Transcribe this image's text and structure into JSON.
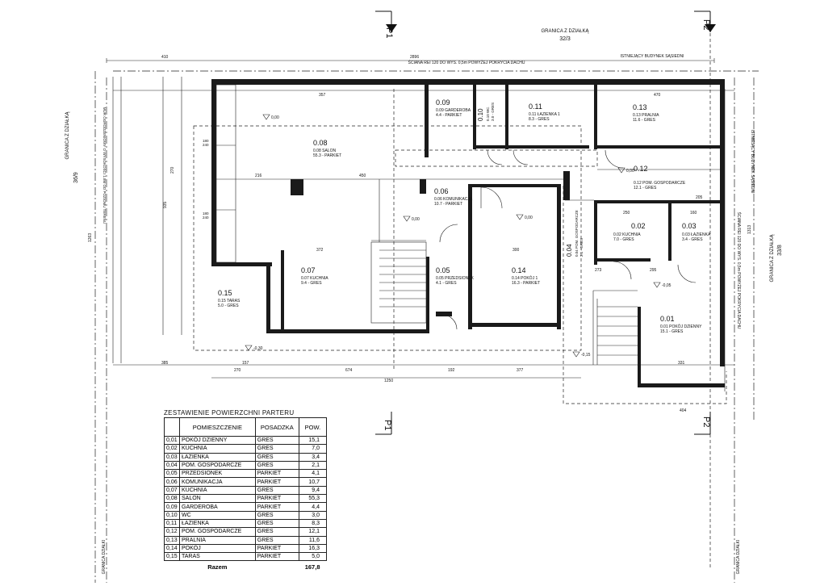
{
  "border_labels": {
    "north_title": "GRANICA Z DZIAŁKĄ",
    "north_parcel": "32/3",
    "west_title": "GRANICA Z DZIAŁKĄ",
    "west_parcel": "36/9",
    "east_title": "GRANICA Z DZIAŁKĄ",
    "east_parcel": "33/8",
    "west_bottom": "GRANICA DZIAŁKI",
    "east_bottom": "GRANICA DZIAŁKI"
  },
  "notes": {
    "top_wall": "ŚCIANA REI 120 DO WYS. 0,5m POWYŻEJ POKRYCIA DACHU",
    "neighbor_top": "ISTNIEJĄCY BUDYNEK SĄSIEDNI",
    "neighbor_right": "ISTNIEJĄCY BUDYNEK SĄSIEDNI",
    "right_wall": "ŚCIANA REI 120 DO WYS. 0,5m POWYŻEJ POKRYCIA DACHU",
    "left_wall": "MUR OGRODZENIOWY O WYSOKOŚCI 1.8M OD POZIOMU TERENU"
  },
  "sections": {
    "p1": "P1",
    "p2": "P2"
  },
  "rooms": [
    {
      "no": "0.01",
      "tag": "0.01 POKÓJ DZIENNY",
      "area": "15.1 - GRES"
    },
    {
      "no": "0.02",
      "tag": "0.02 KUCHNIA",
      "area": "7.0 - GRES"
    },
    {
      "no": "0.03",
      "tag": "0.03 ŁAZIENKA",
      "area": "3.4 - GRES"
    },
    {
      "no": "0.04",
      "tag": "0.04 POM. GOSPODARCZE",
      "area": "2.1 - GRES"
    },
    {
      "no": "0.05",
      "tag": "0.05 PRZEDSIONEK",
      "area": "4.1 - GRES"
    },
    {
      "no": "0.06",
      "tag": "0.06 KOMUNIKACJA",
      "area": "10.7 - PARKIET"
    },
    {
      "no": "0.07",
      "tag": "0.07 KUCHNIA",
      "area": "9.4 - GRES"
    },
    {
      "no": "0.08",
      "tag": "0.08 SALON",
      "area": "55.3 - PARKIET"
    },
    {
      "no": "0.09",
      "tag": "0.09 GARDEROBA",
      "area": "4.4 - PARKIET"
    },
    {
      "no": "0.10",
      "tag": "0.10 WC",
      "area": "3.0 - GRES"
    },
    {
      "no": "0.11",
      "tag": "0.11 ŁAZIENKA 1",
      "area": "8.3 - GRES"
    },
    {
      "no": "0.12",
      "tag": "0.12 POM. GOSPODARCZE",
      "area": "12.1 - GRES"
    },
    {
      "no": "0.13",
      "tag": "0.13 PRALNIA",
      "area": "11.6 - GRES"
    },
    {
      "no": "0.14",
      "tag": "0.14 POKÓJ 1",
      "area": "16.3 - PARKIET"
    },
    {
      "no": "0.15",
      "tag": "0.15 TARAS",
      "area": "5.0 - GRES"
    }
  ],
  "dims": {
    "overall_top": "2896",
    "overall_bottom": "1250",
    "top_left": "410",
    "d357": "357",
    "d470": "470",
    "d216": "216",
    "d450": "450",
    "d372": "372",
    "d300": "300",
    "d273": "273",
    "d295": "295",
    "d385": "385",
    "d157": "157",
    "d674": "674",
    "d192": "192",
    "d377": "377",
    "d270": "270",
    "d404": "404",
    "d331": "331",
    "d250": "250",
    "d205": "205",
    "d160": "160",
    "left_total": "1263",
    "left_935": "935",
    "right_1313": "1313",
    "left_270": "270",
    "win_180": "180",
    "win_240": "240",
    "lvl_000": "0,00",
    "lvl_015": "-0,15",
    "lvl_005": "-0,05",
    "lvl_030": "-0,30"
  },
  "schedule": {
    "title": "ZESTAWIENIE POWIERZCHNI PARTERU",
    "headers": [
      "POMIESZCZENIE",
      "POSADZKA",
      "POW."
    ],
    "rows": [
      {
        "no": "0,01",
        "name": "POKÓJ DZIENNY",
        "floor": "GRES",
        "area": "15,1"
      },
      {
        "no": "0,02",
        "name": "KUCHNIA",
        "floor": "GRES",
        "area": "7,0"
      },
      {
        "no": "0,03",
        "name": "ŁAZIENKA",
        "floor": "GRES",
        "area": "3,4"
      },
      {
        "no": "0,04",
        "name": "POM. GOSPODARCZE",
        "floor": "GRES",
        "area": "2,1"
      },
      {
        "no": "0,05",
        "name": "PRZEDSIONEK",
        "floor": "PARKIET",
        "area": "4,1"
      },
      {
        "no": "0,06",
        "name": "KOMUNIKACJA",
        "floor": "PARKIET",
        "area": "10,7"
      },
      {
        "no": "0,07",
        "name": "KUCHNIA",
        "floor": "GRES",
        "area": "9,4"
      },
      {
        "no": "0,08",
        "name": "SALON",
        "floor": "PARKIET",
        "area": "55,3"
      },
      {
        "no": "0,09",
        "name": "GARDEROBA",
        "floor": "PARKIET",
        "area": "4,4"
      },
      {
        "no": "0,10",
        "name": "WC",
        "floor": "GRES",
        "area": "3,0"
      },
      {
        "no": "0,11",
        "name": "ŁAZIENKA",
        "floor": "GRES",
        "area": "8,3"
      },
      {
        "no": "0,12",
        "name": "POM. GOSPODARCZE",
        "floor": "GRES",
        "area": "12,1"
      },
      {
        "no": "0,13",
        "name": "PRALNIA",
        "floor": "GRES",
        "area": "11,6"
      },
      {
        "no": "0,14",
        "name": "POKÓJ",
        "floor": "PARKIET",
        "area": "16,3"
      },
      {
        "no": "0,15",
        "name": "TARAS",
        "floor": "PARKIET",
        "area": "5,0"
      }
    ],
    "total_label": "Razem",
    "total_value": "167,8"
  }
}
